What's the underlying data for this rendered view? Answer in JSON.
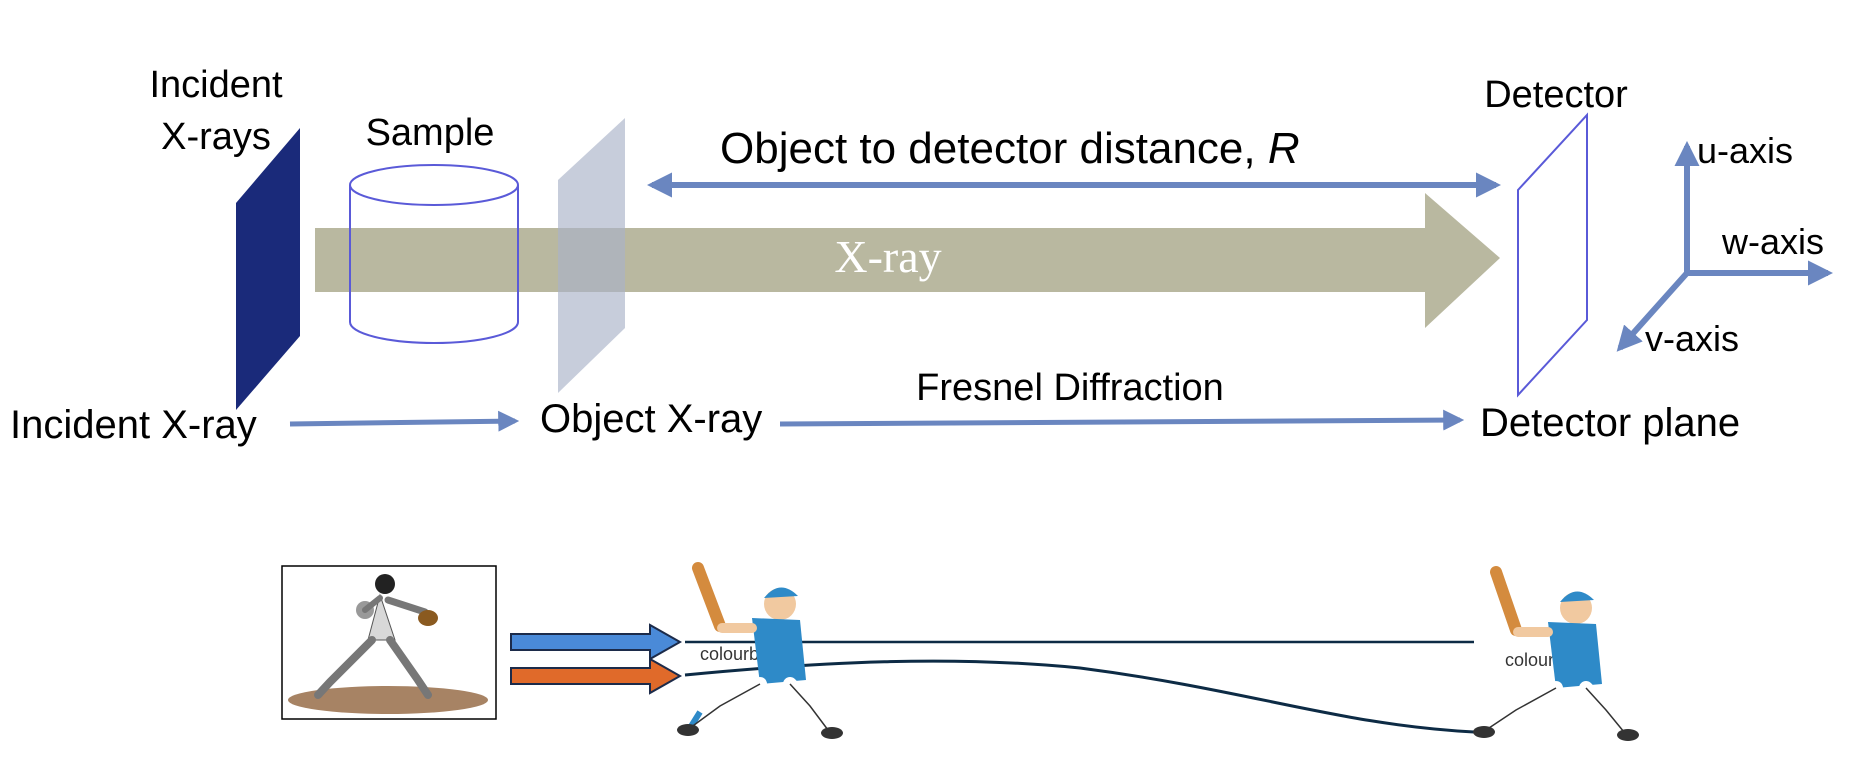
{
  "labels": {
    "incident_xrays_line1": "Incident",
    "incident_xrays_line2": "X-rays",
    "sample": "Sample",
    "distance_prefix": "Object to detector distance, ",
    "distance_symbol": "R",
    "xray": "X-ray",
    "detector": "Detector",
    "u_axis": "u-axis",
    "w_axis": "w-axis",
    "v_axis": "v-axis",
    "incident_xray": "Incident X-ray",
    "object_xray": "Object X-ray",
    "fresnel": "Fresnel Diffraction",
    "detector_plane": "Detector plane"
  },
  "watermark": "colourbox",
  "colors": {
    "incident_plate": "#1a2a7a",
    "object_plate": "#a9b2c8",
    "beam": "#b9b8a0",
    "arrow_blue": "#6a86c0",
    "outline_blue": "#5a5ad8",
    "ball_blue": "#4a8ad8",
    "ball_orange": "#e06a2a",
    "trajectory": "#0d2b45"
  }
}
